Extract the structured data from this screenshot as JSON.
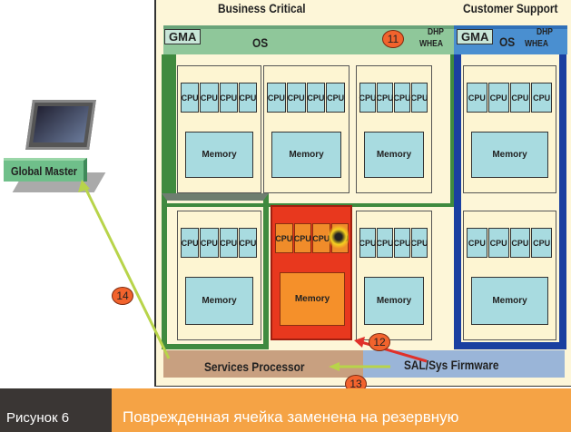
{
  "diagram": {
    "partition_left_title": "Business Critical",
    "partition_right_title": "Customer Support",
    "gma": "GMA",
    "os": "OS",
    "dhp": "DHP",
    "whea": "WHEA",
    "cpu": "CPU",
    "memory": "Memory",
    "global_master": "Global Master",
    "services_processor": "Services Processor",
    "firmware": "SAL/Sys Firmware",
    "markers": [
      "11",
      "12",
      "13",
      "14"
    ]
  },
  "caption": {
    "figure": "Рисунок 6",
    "text": "Поврежденная ячейка заменена на резервную"
  },
  "colors": {
    "green": "#8fc79a",
    "blue": "#1a3fa0",
    "failed": "#e8381e",
    "caption_orange": "#f5a345"
  }
}
